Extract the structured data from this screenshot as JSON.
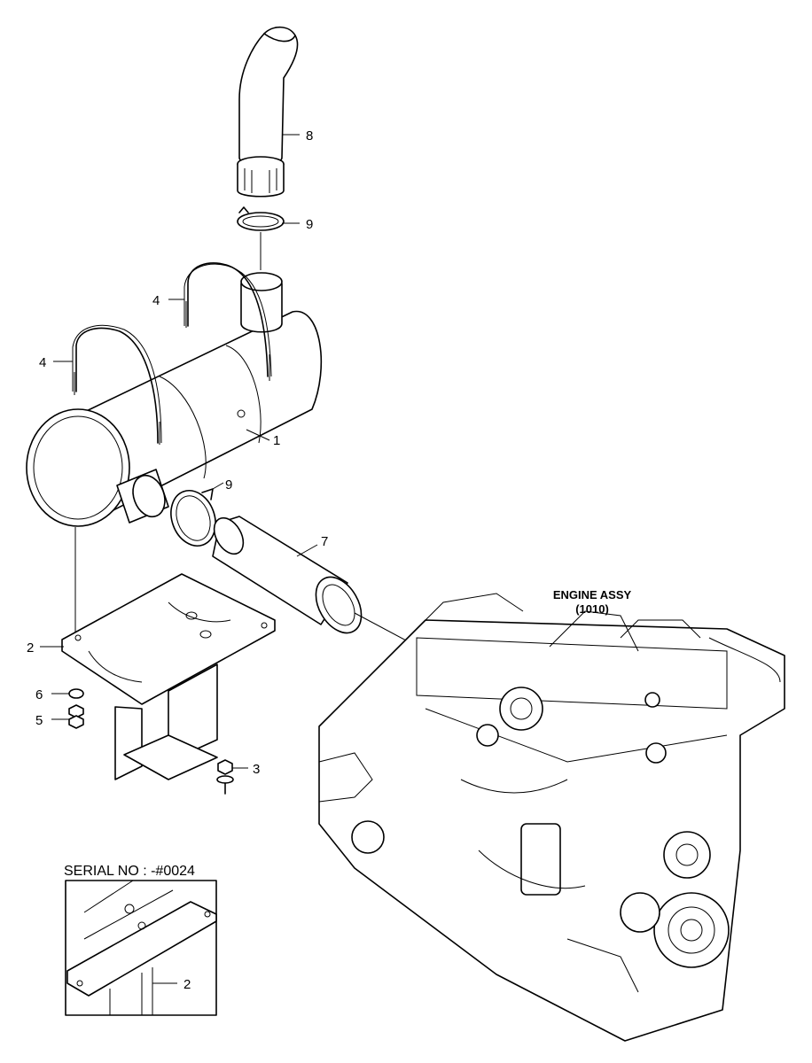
{
  "callouts": {
    "c1": "1",
    "c2": "2",
    "c3": "3",
    "c4a": "4",
    "c4b": "4",
    "c5": "5",
    "c6": "6",
    "c7": "7",
    "c8": "8",
    "c9a": "9",
    "c9b": "9",
    "c2_inset": "2"
  },
  "engine": {
    "line1": "ENGINE ASSY",
    "line2": "(1010)"
  },
  "inset": {
    "serial_label": "SERIAL NO : -#0024"
  }
}
